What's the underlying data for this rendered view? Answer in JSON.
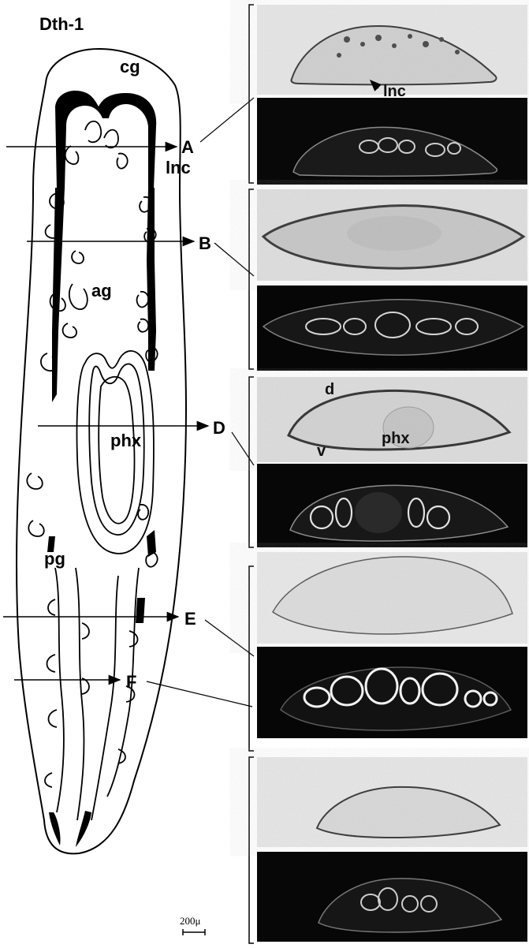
{
  "figure": {
    "title": "Dth-1",
    "diagram_labels": {
      "cg": "cg",
      "lnc": "lnc",
      "ag": "ag",
      "phx": "phx",
      "pg": "pg"
    },
    "section_levels": [
      "A",
      "B",
      "D",
      "E",
      "F"
    ],
    "scale_bar": "200μ",
    "panel_labels": {
      "lnc": "lnc",
      "d": "d",
      "phx": "phx",
      "v": "v"
    }
  }
}
